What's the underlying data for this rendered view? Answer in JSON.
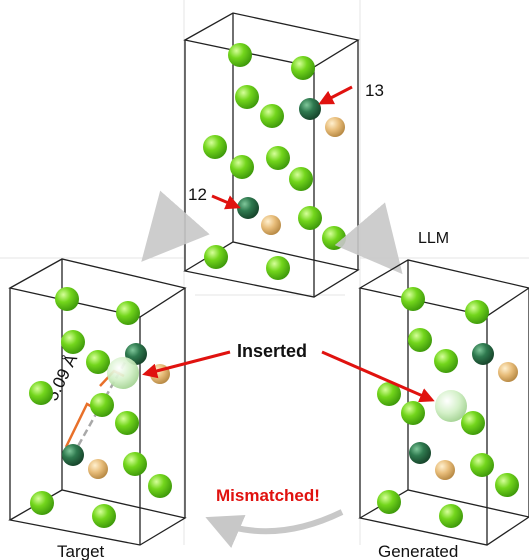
{
  "labels": {
    "top_site_a": "13",
    "top_site_b": "12",
    "llm": "LLM",
    "inserted": "Inserted",
    "distance": "5.09 Å",
    "mismatched": "Mismatched!",
    "target_caption": "Target",
    "generated_caption": "Generated"
  },
  "colors": {
    "green_atom": "#66d41a",
    "dark_atom": "#2f7a4f",
    "tan_atom": "#e8bd7a",
    "inserted_atom": "#cdeec0",
    "arrow_red": "#e0120f",
    "mismatch_red": "#e0120f",
    "measure_orange": "#e8702a",
    "measure_grey": "#a8a8a8",
    "flow_arrow": "#c8c8c8",
    "cell_line": "#222222"
  },
  "icons": {
    "flow_arrows": "down-arrow",
    "pointers": "red-arrow",
    "mismatch_arrow": "curved-arrow"
  }
}
